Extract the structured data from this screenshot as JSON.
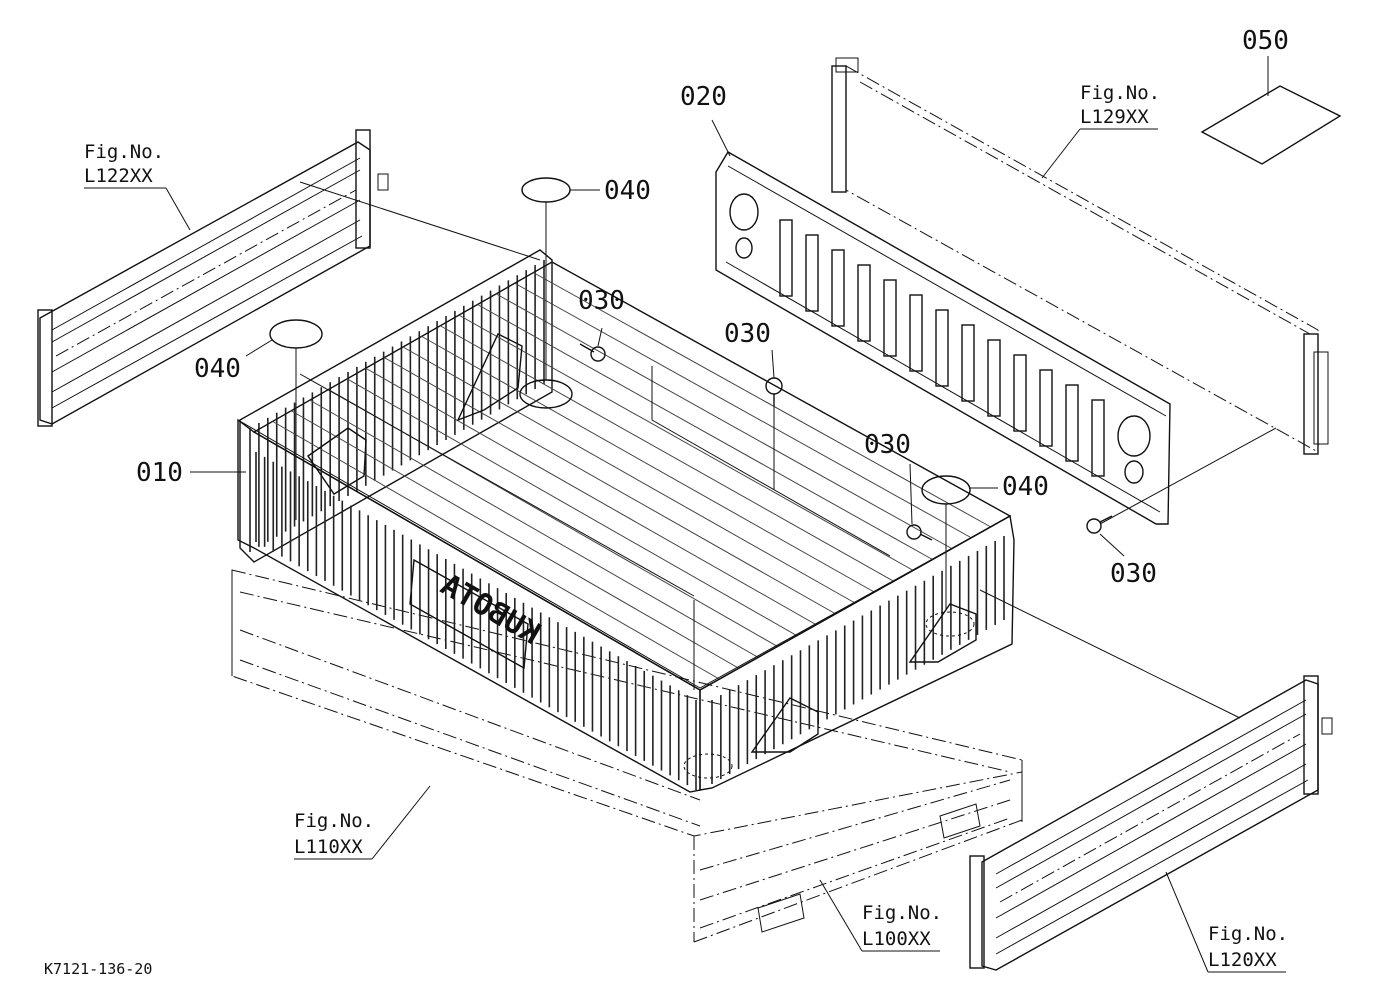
{
  "parts": {
    "p010": "010",
    "p020": "020",
    "p030a": "030",
    "p030b": "030",
    "p030c": "030",
    "p030d": "030",
    "p040a": "040",
    "p040b": "040",
    "p040c": "040",
    "p050": "050"
  },
  "references": {
    "l122": {
      "prefix": "Fig.No.",
      "code": "L122XX"
    },
    "l129": {
      "prefix": "Fig.No.",
      "code": "L129XX"
    },
    "l110": {
      "prefix": "Fig.No.",
      "code": "L110XX"
    },
    "l100": {
      "prefix": "Fig.No.",
      "code": "L100XX"
    },
    "l120": {
      "prefix": "Fig.No.",
      "code": "L120XX"
    }
  },
  "brand_embossing": "KUBOTA",
  "drawing_code": "K7121-136-20"
}
